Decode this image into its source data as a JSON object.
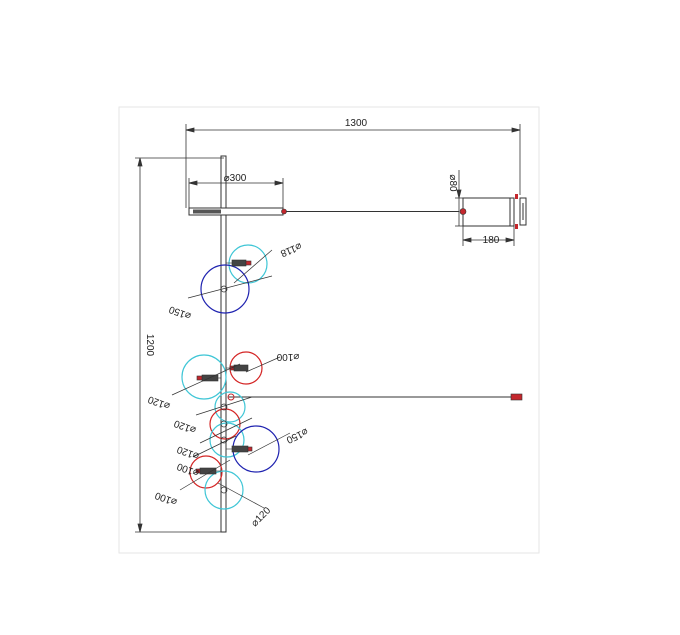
{
  "colors": {
    "frame": "#e6e6e6",
    "line": "#333333",
    "cyan": "#3fc6d6",
    "red": "#d42525",
    "blue": "#1f23b0",
    "connector": "#c4272d"
  },
  "dimensions": {
    "overall_width": "1300",
    "overall_height": "1200",
    "canopy_length": "⌀300",
    "box_height": "⌀80",
    "box_width": "180"
  },
  "shade_labels": [
    "⌀118",
    "⌀150",
    "⌀100",
    "⌀120",
    "⌀120",
    "⌀120",
    "⌀150",
    "⌀100",
    "⌀100",
    "⌀120"
  ]
}
